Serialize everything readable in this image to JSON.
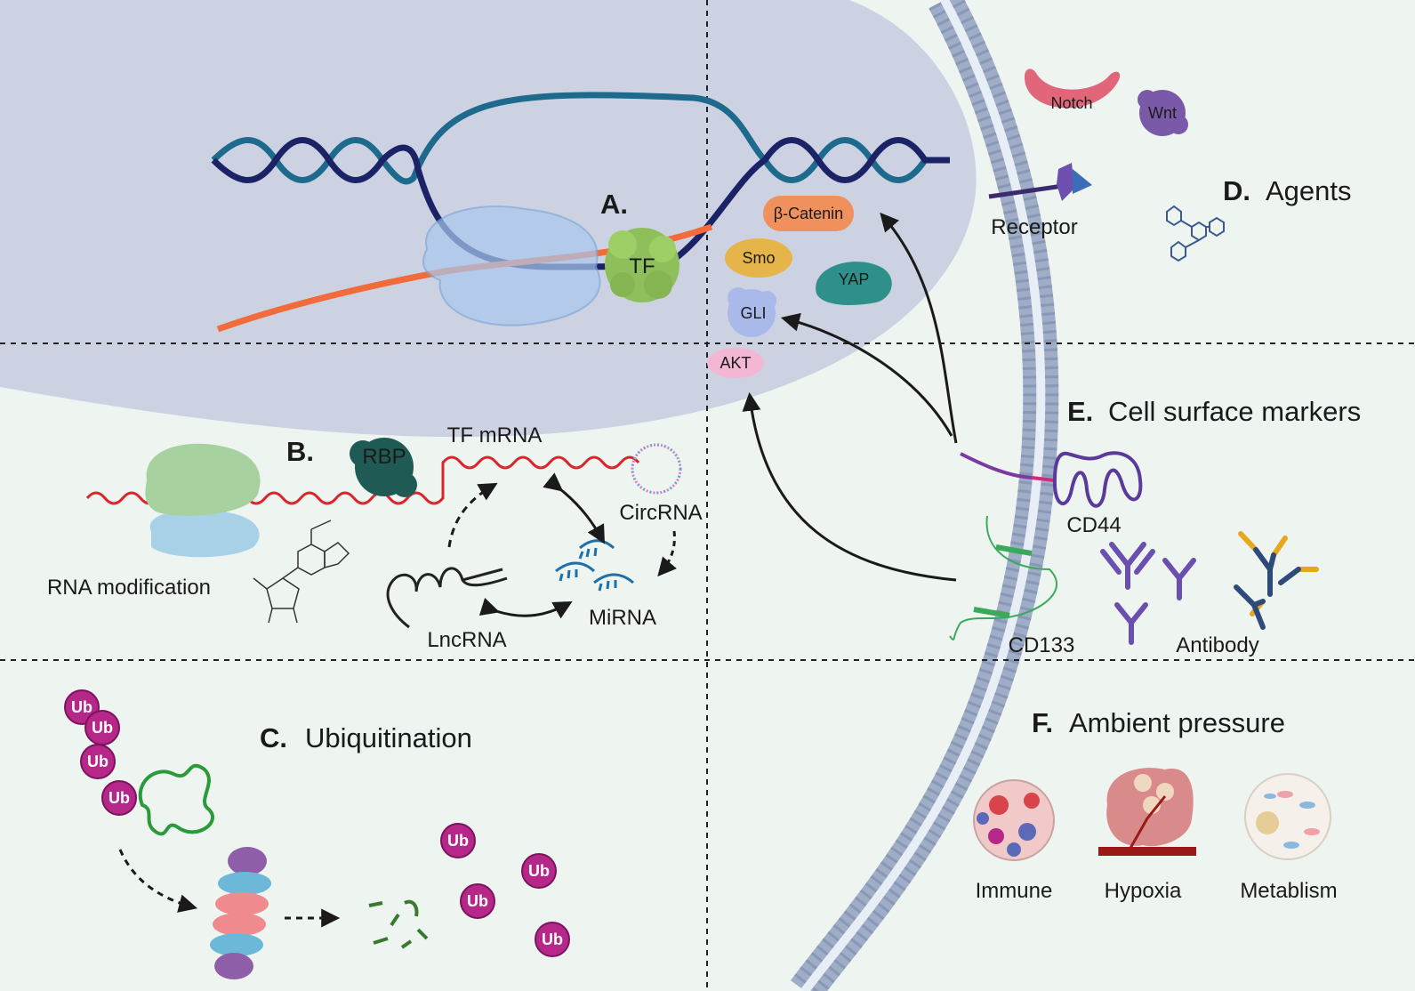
{
  "sections": {
    "A": {
      "letter": "A.",
      "title": ""
    },
    "B": {
      "letter": "B.",
      "title": ""
    },
    "C": {
      "letter": "C.",
      "title": "Ubiquitination"
    },
    "D": {
      "letter": "D.",
      "title": "Agents"
    },
    "E": {
      "letter": "E.",
      "title": "Cell surface  markers"
    },
    "F": {
      "letter": "F.",
      "title": "Ambient pressure"
    }
  },
  "nucleus": {
    "tf": "TF",
    "proteins": [
      "β-Catenin",
      "Smo",
      "YAP",
      "GLI",
      "AKT"
    ]
  },
  "rna": {
    "tf_mrna": "TF mRNA",
    "rbp": "RBP",
    "rna_modification": "RNA modification",
    "circrna": "CircRNA",
    "mirna": "MiRNA",
    "lncrna": "LncRNA"
  },
  "ubiquitin": {
    "tag": "Ub"
  },
  "agents": {
    "notch": "Notch",
    "wnt": "Wnt",
    "receptor": "Receptor"
  },
  "markers": {
    "cd44": "CD44",
    "cd133": "CD133",
    "antibody": "Antibody"
  },
  "ambient": {
    "items": [
      "Immune",
      "Hypoxia",
      "Metablism"
    ]
  },
  "colors": {
    "background": "#eef5f1",
    "nucleus": "#cdd2e3",
    "dna_dark": "#1b2366",
    "dna_teal": "#1e6a8c",
    "rna_orange": "#f26b3a",
    "mrna_red": "#d9252b",
    "ub_magenta": "#b5288a",
    "membrane": "#9fadc6"
  }
}
